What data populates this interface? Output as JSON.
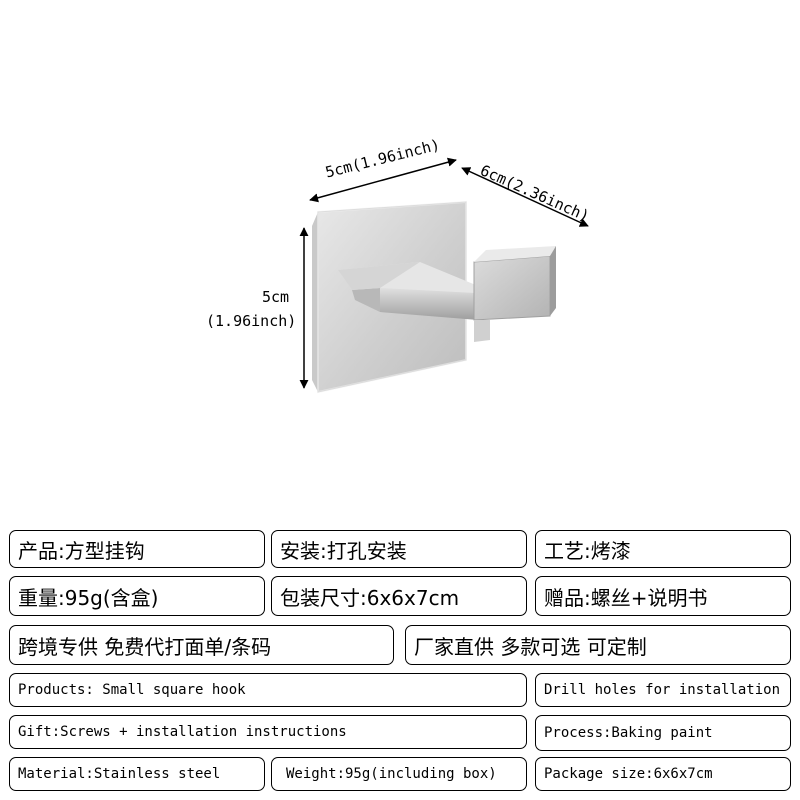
{
  "dimensions": {
    "width_label": "5cm(1.96inch)",
    "depth_label": "6cm(2.36inch)",
    "height_value": "5cm",
    "height_inch": "(1.96inch)"
  },
  "specs_cn": {
    "product": "产品:方型挂钩",
    "install": "安装:打孔安装",
    "process": "工艺:烤漆",
    "weight": "重量:95g(含盒)",
    "package_size": "包装尺寸:6x6x7cm",
    "gift": "赠品:螺丝+说明书",
    "service": "跨境专供 免费代打面单/条码",
    "factory": "厂家直供 多款可选 可定制"
  },
  "specs_en": {
    "products": "Products: Small square hook",
    "drill": "Drill holes for installation",
    "gift": "Gift:Screws + installation instructions",
    "process": "Process:Baking paint",
    "material": "Material:Stainless steel",
    "weight": "Weight:95g(including box)",
    "package": "Package size:6x6x7cm"
  },
  "colors": {
    "steel_light": "#e4e4e4",
    "steel_dark": "#a9a9a9",
    "border": "#000000"
  }
}
